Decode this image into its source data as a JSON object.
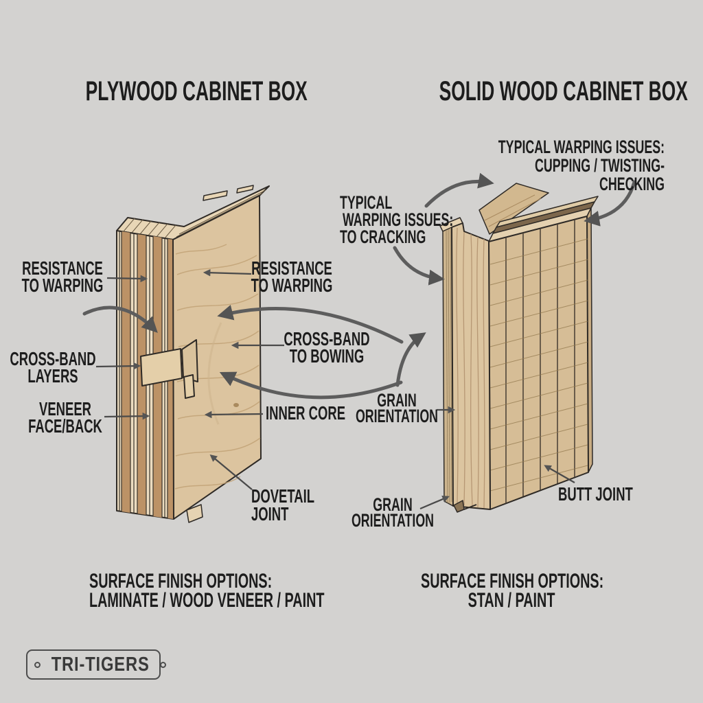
{
  "titles": {
    "left": "PLYWOOD CABINET BOX",
    "right": "SOLID WOOD CABINET BOX"
  },
  "left_panel": {
    "labels": {
      "resistance_warping_left": {
        "line1": "RESISTANCE",
        "line2": "TO WARPING"
      },
      "cross_band_layers": {
        "line1": "CROSS-BAND",
        "line2": "LAYERS"
      },
      "veneer_face_back": {
        "line1": "VENEER",
        "line2": "FACE/BACK"
      },
      "resistance_warping_right": {
        "line1": "RESISTANCE",
        "line2": "TO WARPING"
      },
      "cross_band_to_bowing": {
        "line1": "CROSS-BAND",
        "line2": "TO BOWING"
      },
      "inner_core": "INNER CORE",
      "dovetail_joint": {
        "line1": "DOVETAIL",
        "line2": "JOINT"
      }
    },
    "footer": {
      "line1": "SURFACE FINISH OPTIONS:",
      "line2": "LAMINATE / WOOD VENEER / PAINT"
    }
  },
  "right_panel": {
    "labels": {
      "warping_issues_top": {
        "line1": "TYPICAL WARPING ISSUES:",
        "line2": "CUPPING / TWISTING-",
        "line3": "CHECKING"
      },
      "warping_issues_left": {
        "line1": "TYPICAL",
        "line2": "WARPING ISSUES:",
        "line3": "TO CRACKING"
      },
      "grain_orientation_mid": {
        "line1": "GRAIN",
        "line2": "ORIENTATION"
      },
      "grain_orientation_bottom": {
        "line1": "GRAIN",
        "line2": "ORIENTATION"
      },
      "butt_joint": "BUTT JOINT"
    },
    "footer": {
      "line1": "SURFACE FINISH OPTIONS:",
      "line2": "STAN / PAINT"
    }
  },
  "logo": {
    "text": "TRI-TIGERS"
  },
  "colors": {
    "background": "#d3d2d0",
    "text": "#1d1d1d",
    "arrow_thin": "#4a4a4a",
    "arrow_thick": "#5d5d5d",
    "wood_face_light": "#dcc49f",
    "wood_cream_ply": "#ecdcc0",
    "wood_brown_band": "#bc9266",
    "wood_solid_panel": "#d6bd96",
    "outline": "#2e2a26"
  }
}
